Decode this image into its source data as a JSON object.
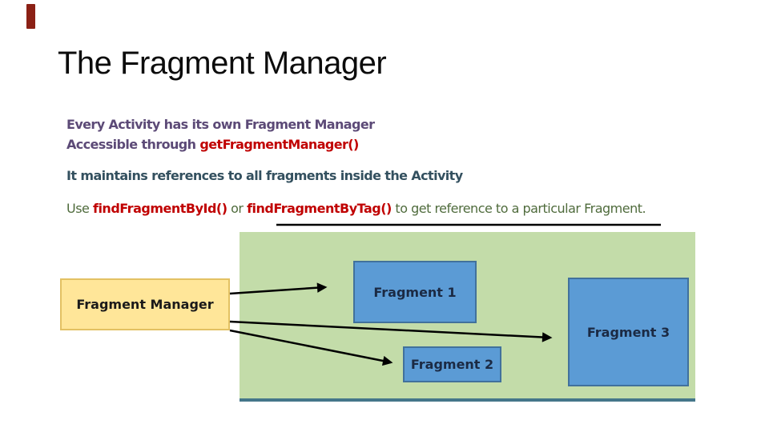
{
  "slide": {
    "title": "The Fragment Manager",
    "body": {
      "line1": "Every Activity has its own Fragment Manager",
      "line2_prefix": "Accessible through ",
      "line2_code": "getFragmentManager()",
      "line3": "It maintains references to all fragments inside the Activity",
      "line4_prefix": "Use ",
      "line4_code1": "findFragmentById()",
      "line4_mid": " or ",
      "line4_code2": "findFragmentByTag()",
      "line4_suffix": " to get reference to a particular Fragment."
    },
    "diagram": {
      "manager": "Fragment Manager",
      "fragment1": "Fragment 1",
      "fragment2": "Fragment 2",
      "fragment3": "Fragment 3"
    },
    "colors": {
      "accent_bar": "#8B2015",
      "body_purple": "#5C4A77",
      "body_slate_blue": "#33505F",
      "body_green": "#4F6B3C",
      "code_red": "#C00000",
      "panel_green": "#C3DCA9",
      "panel_bottom_line": "#44768A",
      "fragment_fill": "#5B9BD5",
      "fragment_border": "#41719C",
      "manager_fill": "#FFE699",
      "manager_border": "#E3C163",
      "arrow": "#000000"
    }
  }
}
